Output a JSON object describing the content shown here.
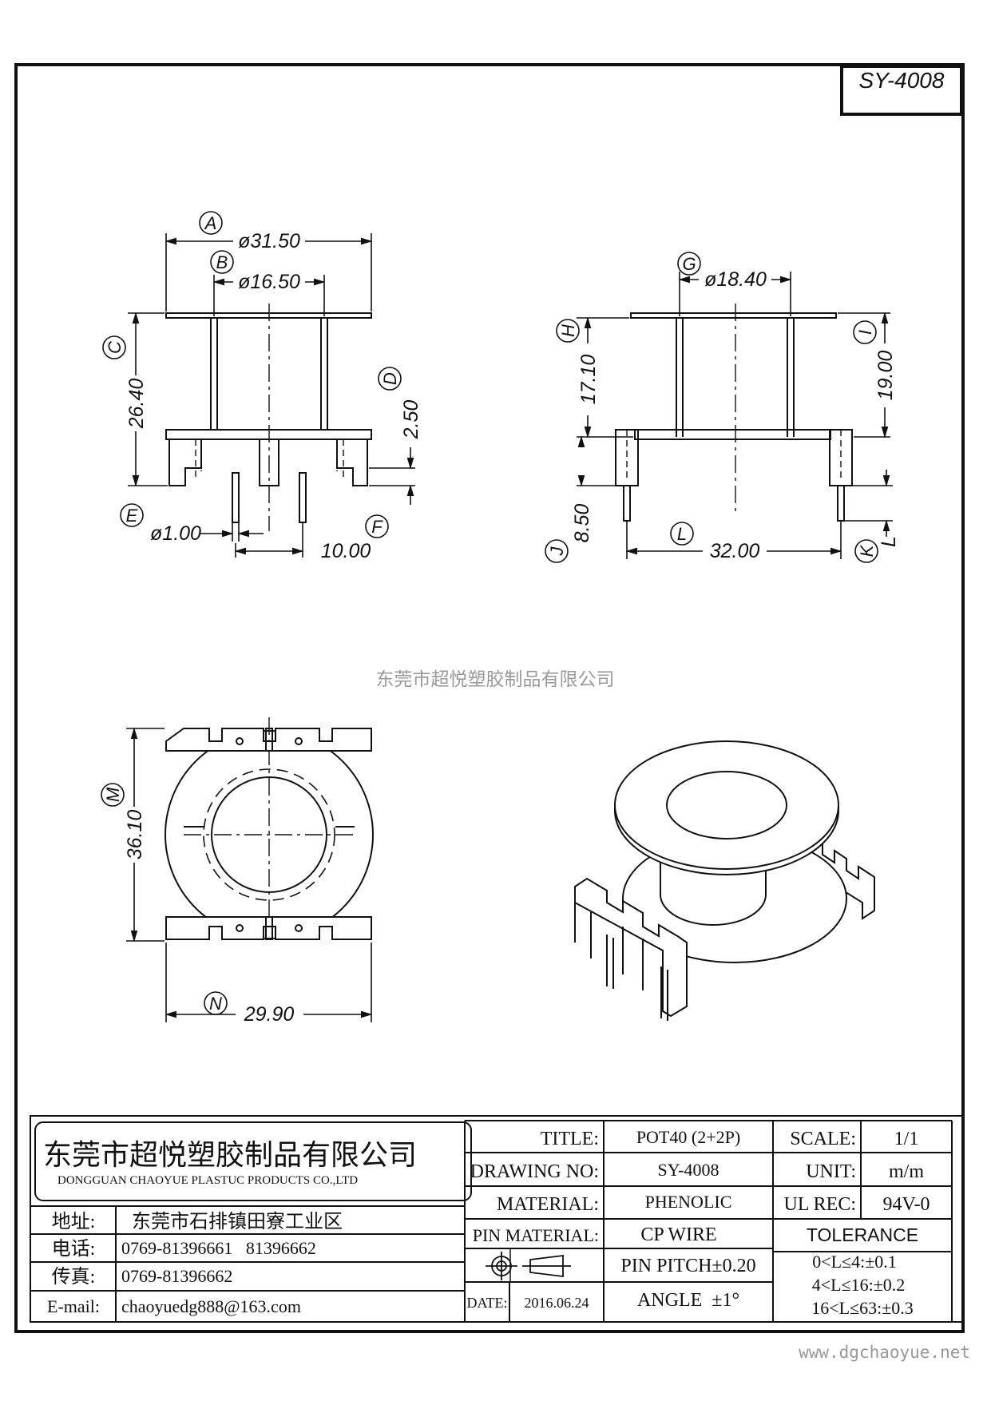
{
  "drawing_code": "SY-4008",
  "watermark": "东莞市超悦塑胶制品有限公司",
  "site_url": "www.dgchaoyue.net",
  "front_view": {
    "A": {
      "letter": "A",
      "value": "ø31.50"
    },
    "B": {
      "letter": "B",
      "value": "ø16.50"
    },
    "C": {
      "letter": "C",
      "value": "26.40"
    },
    "D": {
      "letter": "D",
      "value": "2.50"
    },
    "E": {
      "letter": "E",
      "value": "ø1.00"
    },
    "F": {
      "letter": "F",
      "value": "10.00"
    }
  },
  "side_view": {
    "G": {
      "letter": "G",
      "value": "ø18.40"
    },
    "H": {
      "letter": "H",
      "value": "17.10"
    },
    "I": {
      "letter": "I",
      "value": "19.00"
    },
    "J": {
      "letter": "J",
      "value": "8.50"
    },
    "K": {
      "letter": "K",
      "value": "L"
    },
    "L": {
      "letter": "L",
      "value": "32.00"
    }
  },
  "top_view": {
    "M": {
      "letter": "M",
      "value": "36.10"
    },
    "N": {
      "letter": "N",
      "value": "29.90"
    }
  },
  "title_block": {
    "company_cn": "东莞市超悦塑胶制品有限公司",
    "company_en": "DONGGUAN CHAOYUE PLASTUC PRODUCTS CO.,LTD",
    "address_label": "地址:",
    "address": "东莞市石排镇田寮工业区",
    "phone_label": "电话:",
    "phone": "0769-81396661   81396662",
    "fax_label": "传真:",
    "fax": "0769-81396662",
    "email_label": "E-mail:",
    "email": "chaoyuedg888@163.com",
    "title_label": "TITLE:",
    "title": "POT40 (2+2P)",
    "drawing_no_label": "DRAWING NO:",
    "drawing_no": "SY-4008",
    "material_label": "MATERIAL:",
    "material": "PHENOLIC",
    "pin_material_label": "PIN MATERIAL:",
    "pin_material": "CP WIRE",
    "pin_pitch": "PIN PITCH±0.20",
    "date_label": "DATE:",
    "date": "2016.06.24",
    "angle": "ANGLE  ±1°",
    "scale_label": "SCALE:",
    "scale": "1/1",
    "unit_label": "UNIT:",
    "unit": "m/m",
    "ul_label": "UL REC:",
    "ul": "94V-0",
    "tolerance_label": "TOLERANCE",
    "tolerances": [
      "0<L≤4:±0.1",
      "4<L≤16:±0.2",
      "16<L≤63:±0.3"
    ]
  }
}
